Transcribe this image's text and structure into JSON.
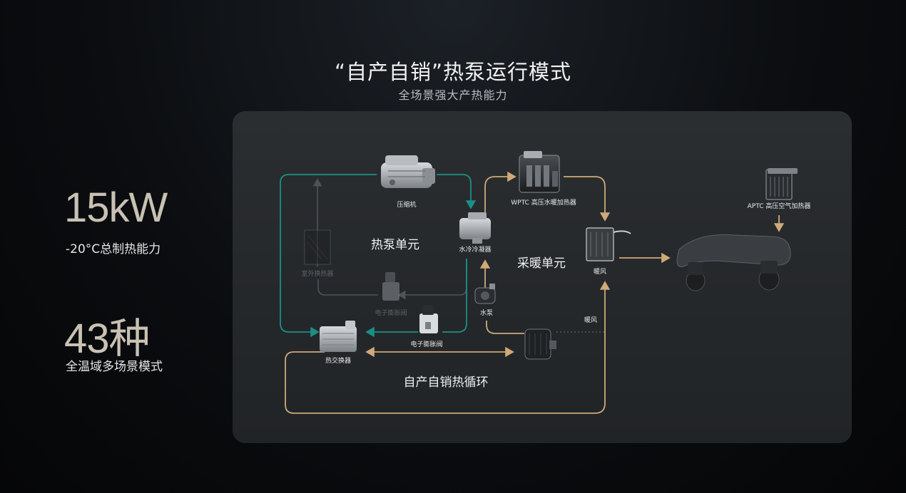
{
  "header": {
    "title": "“自产自销”热泵运行模式",
    "subtitle": "全场景强大产热能力"
  },
  "stats": [
    {
      "value": "15kW",
      "label": "-20°C总制热能力"
    },
    {
      "value": "43种",
      "label": "全温域多场景模式"
    }
  ],
  "diagram": {
    "components": {
      "compressor": "压缩机",
      "water_condenser": "水冷冷凝器",
      "wptc": "WPTC 高压水暖加热器",
      "aptc": "APTC 高压空气加热器",
      "front_heat_exchanger": "室外换热器",
      "evxv_top": "电子膨胀阀",
      "evxv_bottom": "电子膨胀阀",
      "water_pump": "水泵",
      "heat_exchanger": "热交换器",
      "heater_core": "暖风",
      "warm_air": "暖风"
    },
    "sections": {
      "heat_pump_unit": "热泵单元",
      "heating_unit": "采暖单元",
      "self_cycle": "自产自销热循环"
    },
    "colors": {
      "refrigerant": "#1b8f86",
      "coolant": "#cfa978",
      "inactive": "#4e5358",
      "air": "#bfa887"
    }
  }
}
